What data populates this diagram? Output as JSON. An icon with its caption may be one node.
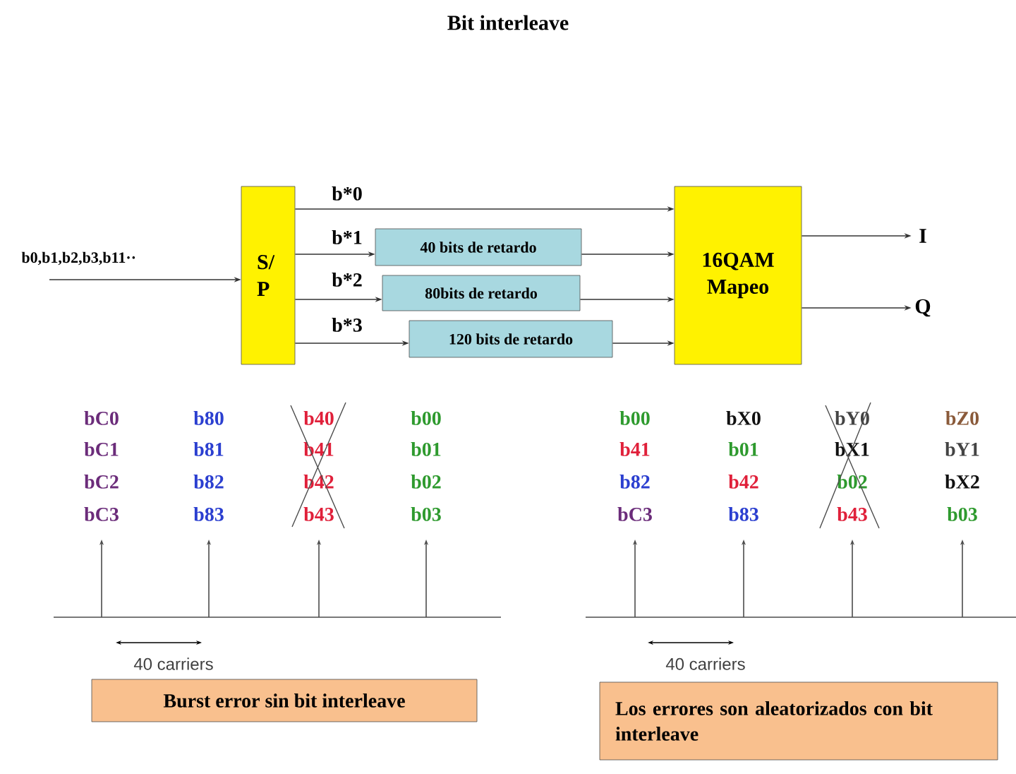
{
  "diagram": {
    "title": "Bit interleave",
    "nodes": [
      {
        "text": [
          "S/ P"
        ]
      },
      {
        "text": [
          "40 bits de retardo"
        ]
      },
      {
        "text": [
          "80bits de retardo"
        ]
      },
      {
        "text": [
          "120 bits de retardo"
        ]
      },
      {
        "text": [
          "16QAM Mapeo"
        ]
      },
      {
        "text": [
          "I"
        ]
      },
      {
        "text": [
          "Q"
        ]
      },
      {
        "text": [
          "Burst error sin bit interleave"
        ]
      },
      {
        "text": [
          "Los errores son aleatorizados con bit interleave"
        ]
      }
    ],
    "edges": [
      {
        "from": null,
        "to": 0,
        "arrow": "to"
      },
      {
        "from": 0,
        "to": 4,
        "arrow": "to",
        "label": "b*0"
      },
      {
        "from": 0,
        "to": 1,
        "arrow": "to",
        "label": "b*1"
      },
      {
        "from": 1,
        "to": 4,
        "arrow": "to"
      },
      {
        "from": 0,
        "to": 2,
        "arrow": "to",
        "label": "b*2"
      },
      {
        "from": 2,
        "to": 4,
        "arrow": "to"
      },
      {
        "from": 0,
        "to": 3,
        "arrow": "to",
        "label": "b*3"
      },
      {
        "from": 3,
        "to": 4,
        "arrow": "to"
      },
      {
        "from": 4,
        "to": 5,
        "arrow": "to"
      },
      {
        "from": 4,
        "to": 6,
        "arrow": "to"
      }
    ],
    "labels": [
      "b0,b1,b2,b3,b11··",
      "bC0",
      "b80",
      "b40",
      "b00",
      "bC1",
      "b81",
      "b41",
      "b01",
      "bC2",
      "b82",
      "b42",
      "b02",
      "bC3",
      "b83",
      "b43",
      "b03",
      "b00",
      "bX0",
      "bY0",
      "bZ0",
      "b41",
      "b01",
      "bX1",
      "bY1",
      "b82",
      "b42",
      "b02",
      "bX2",
      "bC3",
      "b83",
      "b43",
      "b03",
      "40 carriers",
      "40 carriers"
    ]
  }
}
